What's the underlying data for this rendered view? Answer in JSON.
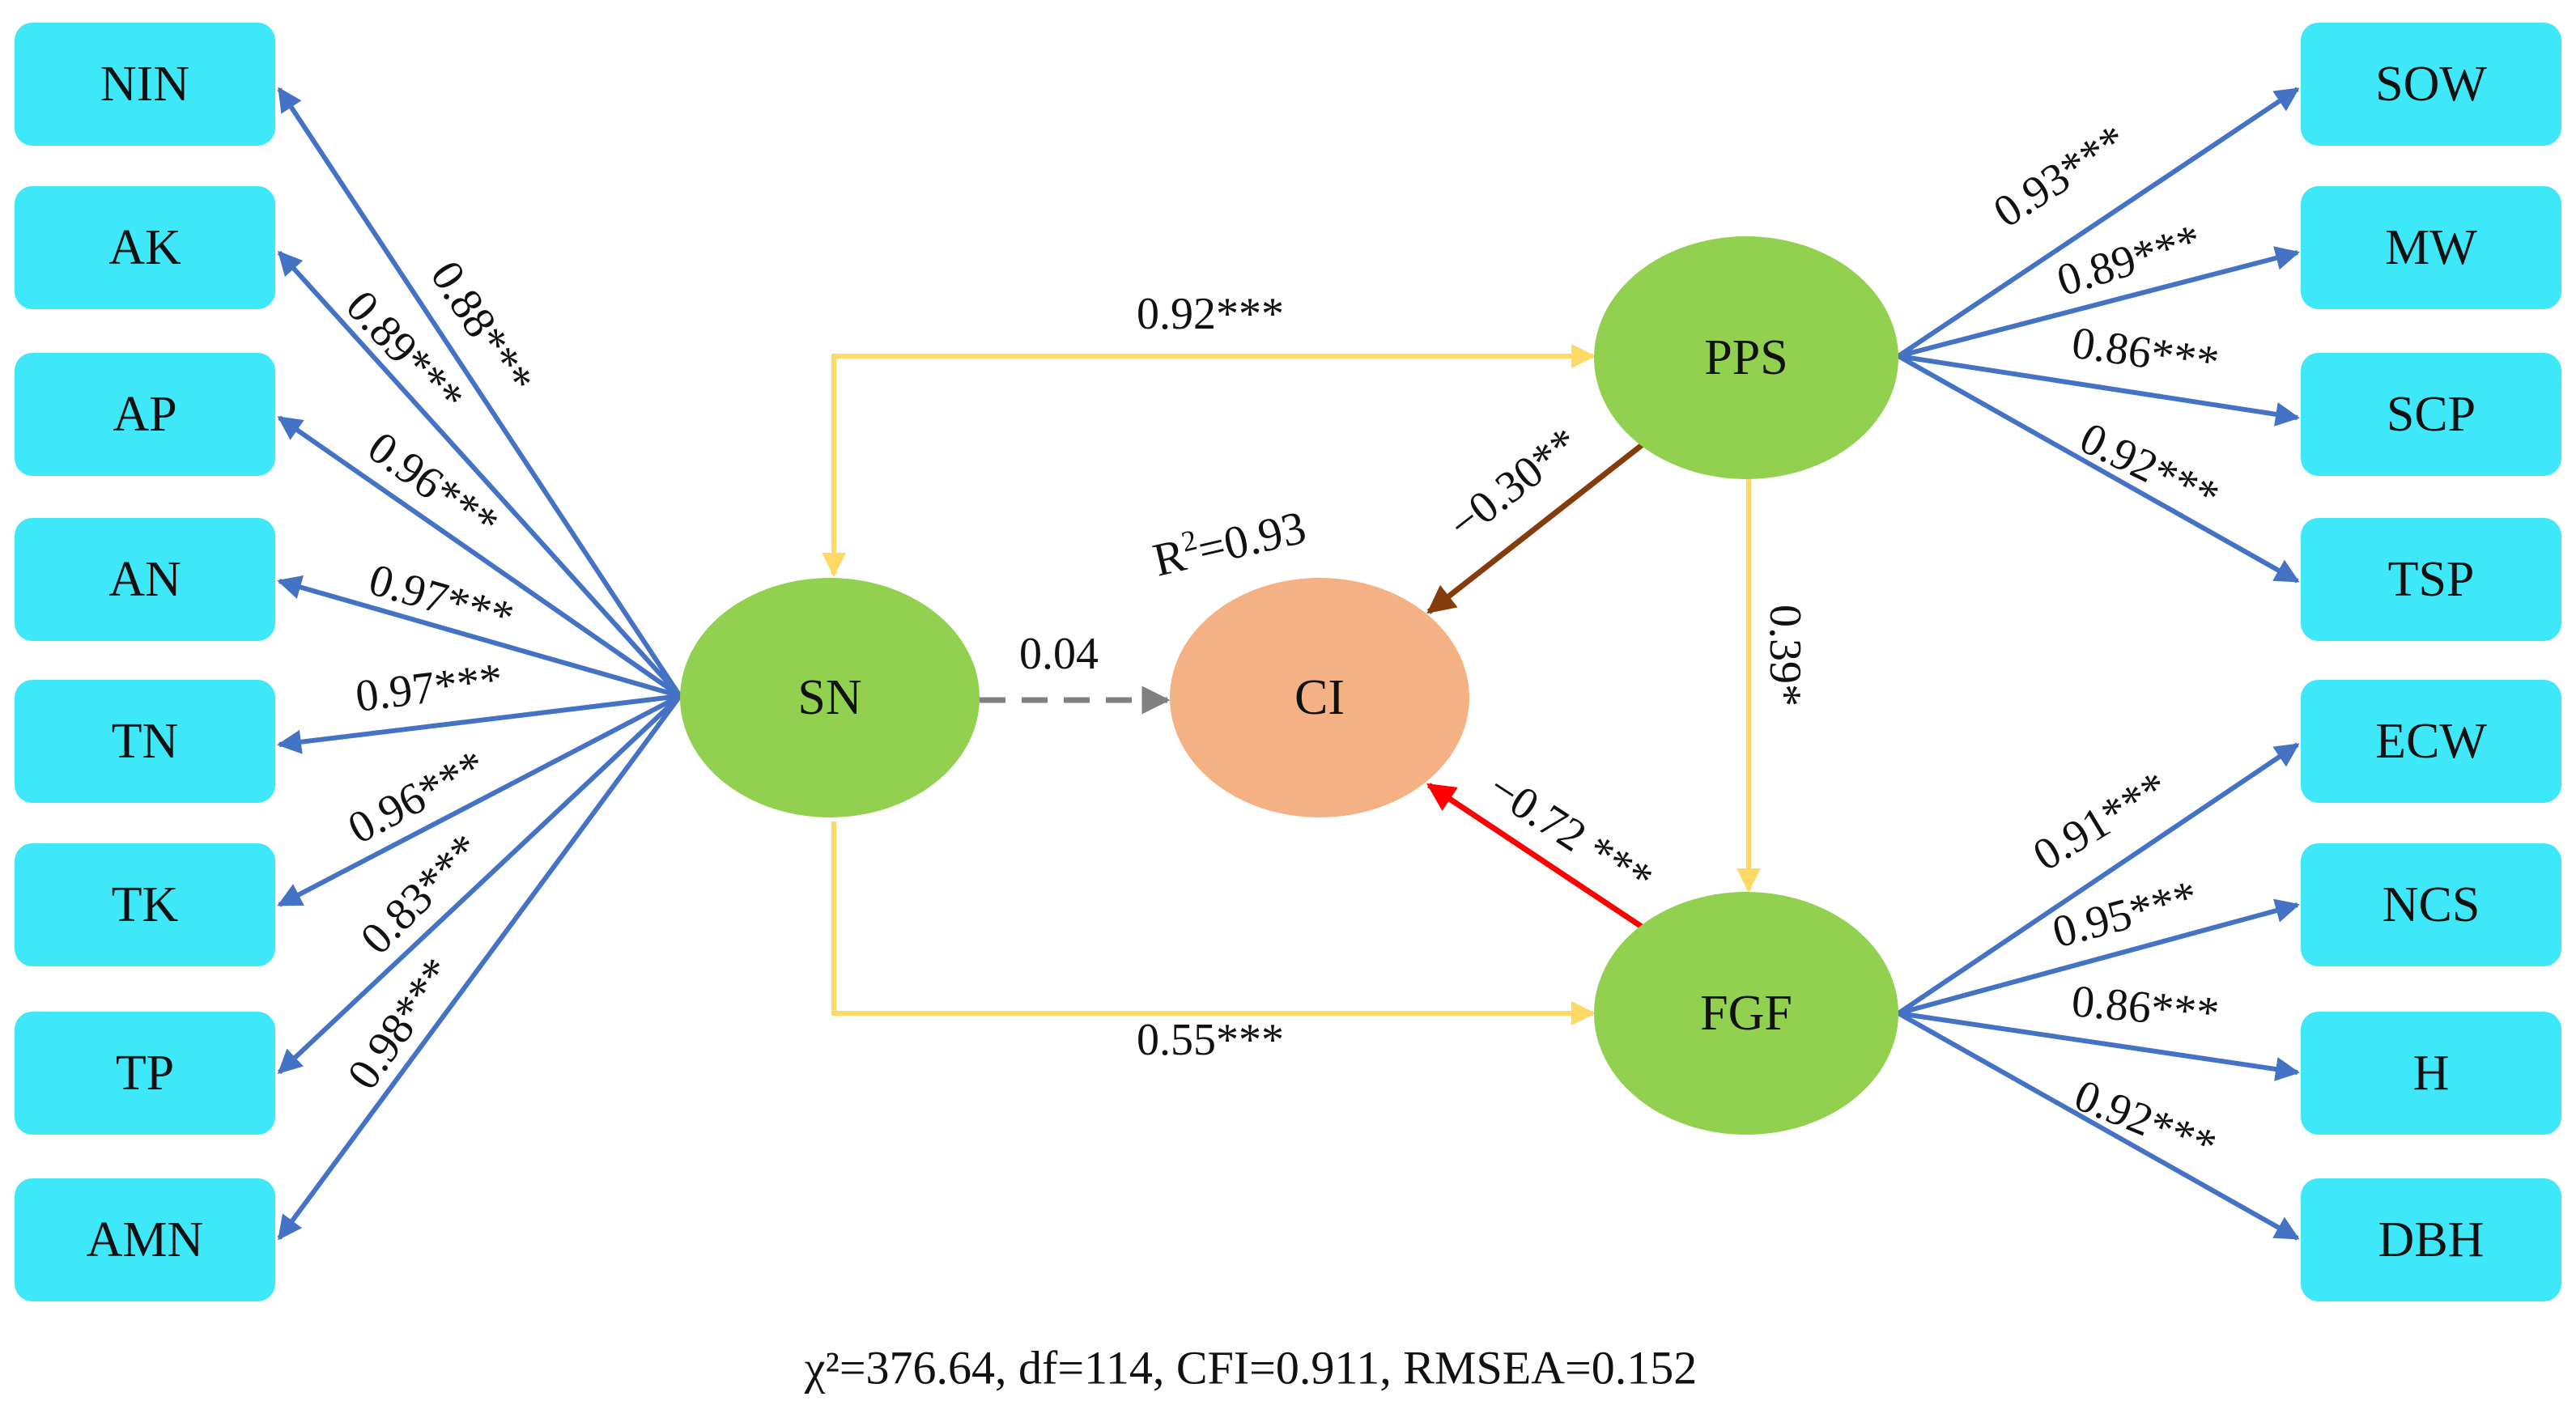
{
  "indicators_left": [
    "NIN",
    "AK",
    "AP",
    "AN",
    "TN",
    "TK",
    "TP",
    "AMN"
  ],
  "loadings_left": [
    "0.88***",
    "0.89***",
    "0.96***",
    "0.97***",
    "0.97***",
    "0.96***",
    "0.83***",
    "0.98***"
  ],
  "indicators_right_top": [
    "SOW",
    "MW",
    "SCP",
    "TSP"
  ],
  "loadings_right_top": [
    "0.93***",
    "0.89***",
    "0.86***",
    "0.92***"
  ],
  "indicators_right_bottom": [
    "ECW",
    "NCS",
    "H",
    "DBH"
  ],
  "loadings_right_bottom": [
    "0.91***",
    "0.95***",
    "0.86***",
    "0.92***"
  ],
  "latent": {
    "sn": "SN",
    "ci": "CI",
    "pps": "PPS",
    "fgf": "FGF"
  },
  "paths": {
    "sn_pps": "0.92***",
    "sn_fgf": "0.55***",
    "sn_ci": "0.04",
    "pps_ci": "−0.30**",
    "fgf_ci": "−0.72 ***",
    "pps_fgf": "0.39*"
  },
  "r2": {
    "prefix": "R",
    "sup": "2",
    "suffix": "=0.93"
  },
  "fit_stats": "χ²=376.64,  df=114,  CFI=0.911,  RMSEA=0.152",
  "colors": {
    "indicator_box": "#3ee8f8",
    "latent_green": "#92d050",
    "ci_orange": "#f4b183",
    "loading_arrow": "#4472c4",
    "structural_arrow": "#ffd966",
    "pps_ci_arrow": "#843c0c",
    "fgf_ci_arrow": "#ff0000",
    "nonsig_arrow": "#808080"
  }
}
